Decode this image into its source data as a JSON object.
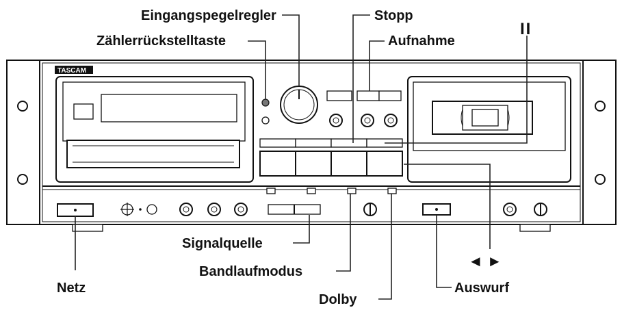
{
  "brand": "TASCAM",
  "labels": {
    "eingangspegelregler": "Eingangspegelregler",
    "zaehlerrueckstelltaste": "Zählerrückstelltaste",
    "stopp": "Stopp",
    "aufnahme": "Aufnahme",
    "pause": "II",
    "signalquelle": "Signalquelle",
    "bandlaufmodus": "Bandlaufmodus",
    "netz": "Netz",
    "dolby": "Dolby",
    "auswurf": "Auswurf",
    "vor_zurueck": "◄ ►"
  }
}
